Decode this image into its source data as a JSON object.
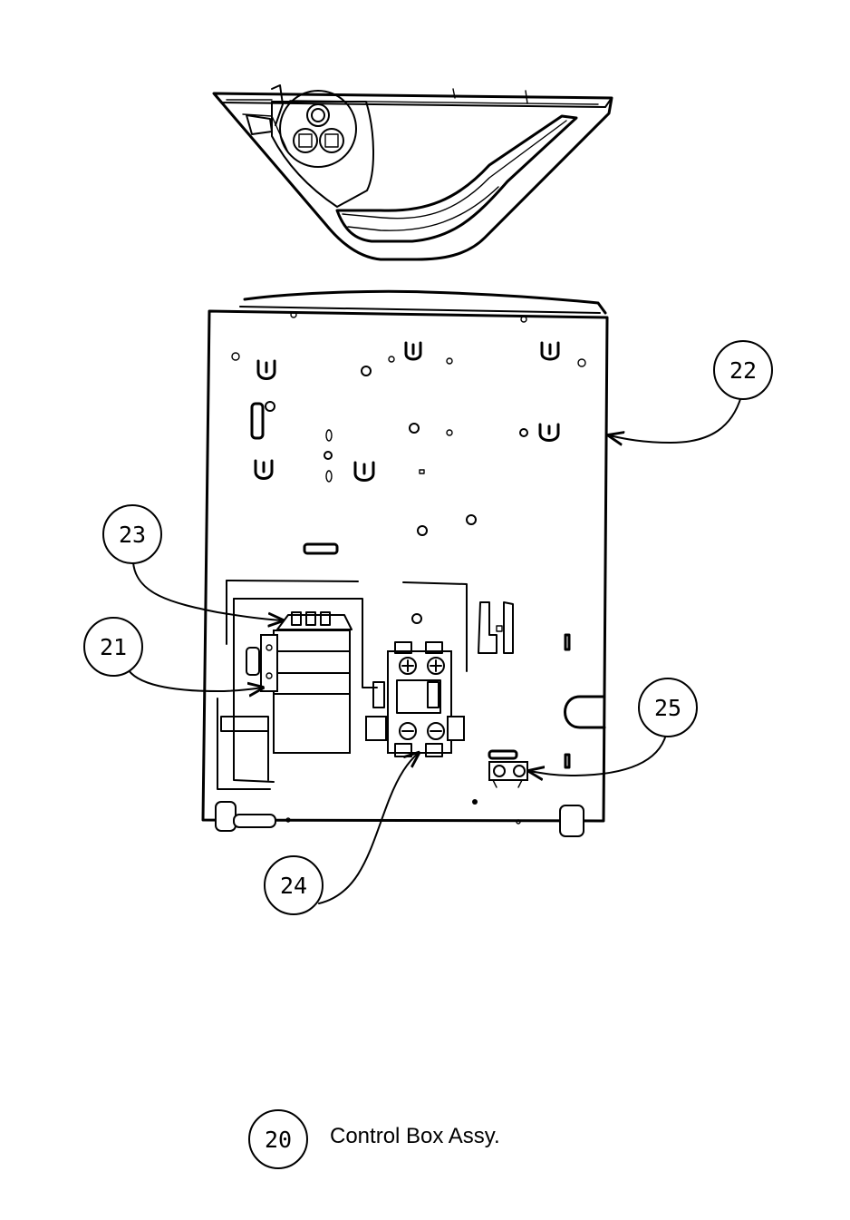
{
  "callouts": {
    "c20": "20",
    "c21": "21",
    "c22": "22",
    "c23": "23",
    "c24": "24",
    "c25": "25"
  },
  "caption": {
    "number": "20",
    "text": "Control Box Assy."
  }
}
